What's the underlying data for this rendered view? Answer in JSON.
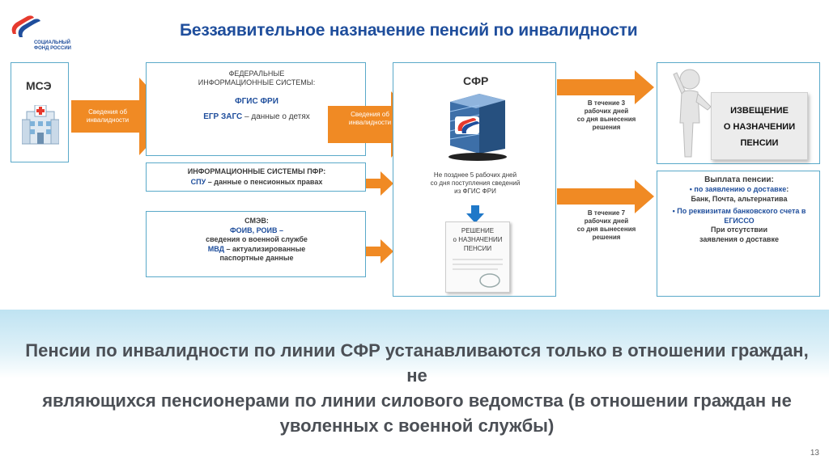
{
  "logo": {
    "line1": "СОЦИАЛЬНЫЙ",
    "line2": "ФОНД РОССИИ"
  },
  "title": "Беззаявительное назначение пенсий по инвалидности",
  "mse": {
    "label": "МСЭ"
  },
  "arrow1": {
    "label_line1": "Сведения об",
    "label_line2": "инвалидности"
  },
  "federal": {
    "heading_line1": "ФЕДЕРАЛЬНЫЕ",
    "heading_line2": "ИНФОРМАЦИОННЫЕ СИСТЕМЫ:",
    "fgis": "ФГИС ФРИ",
    "zags_name": "ЕГР ЗАГС",
    "zags_desc": " – данные о детях"
  },
  "arrow2": {
    "label_line1": "Сведения об",
    "label_line2": "инвалидности"
  },
  "pfr": {
    "heading": "ИНФОРМАЦИОННЫЕ СИСТЕМЫ ПФР:",
    "spu_name": "СПУ",
    "spu_desc": " – данные о пенсионных правах"
  },
  "smev": {
    "heading": "СМЭВ:",
    "foiv": "ФОИВ, РОИВ –",
    "military": "сведения о военной службе",
    "mvd_name": "МВД",
    "mvd_desc": " – актуализированные",
    "passport": "паспортные данные"
  },
  "sfr": {
    "label": "СФР",
    "deadline_line1": "Не позднее 5 рабочих дней",
    "deadline_line2": "со дня поступления сведений",
    "deadline_line3": "из ФГИС ФРИ",
    "doc_line1": "РЕШЕНИЕ",
    "doc_line2": "о НАЗНАЧЕНИИ",
    "doc_line3": "ПЕНСИИ"
  },
  "timing_top": {
    "line1": "В течение 3",
    "line2": "рабочих дней",
    "line3": "со дня вынесения",
    "line4": "решения"
  },
  "timing_bottom": {
    "line1": "В течение 7",
    "line2": "рабочих дней",
    "line3": "со дня вынесения",
    "line4": "решения"
  },
  "notice": {
    "line1": "ИЗВЕЩЕНИЕ",
    "line2": "О НАЗНАЧЕНИИ",
    "line3": "ПЕНСИИ"
  },
  "payment": {
    "heading": "Выплата пенсии:",
    "item1_bullet": "• по заявлению о доставке",
    "item1_colon": ":",
    "item1_detail": "Банк, Почта, альтернатива",
    "item2_line1": "• По реквизитам банковского счета в",
    "item2_line2": "ЕГИССО",
    "fallback_line1": "При отсутствии",
    "fallback_line2": "заявления о доставке"
  },
  "conclusion": {
    "line1": "Пенсии по инвалидности по линии СФР устанавливаются только в отношении граждан, не",
    "line2": "являющихся пенсионерами по линии силового ведомства (в отношении граждан не",
    "line3": "уволенных с военной службы)"
  },
  "page_number": "13",
  "colors": {
    "accent_blue": "#1f4e9c",
    "arrow_orange": "#f08a24",
    "border_blue": "#5aa9c9",
    "logo_red": "#e63a2e"
  }
}
